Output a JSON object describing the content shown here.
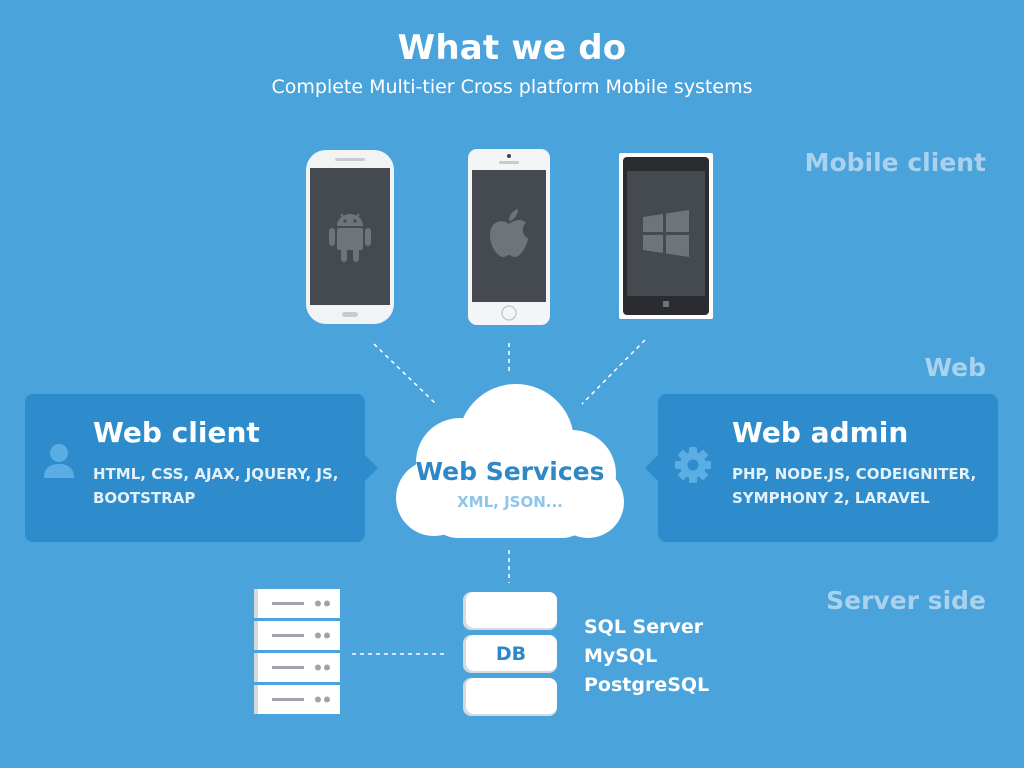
{
  "header": {
    "title": "What we do",
    "subtitle": "Complete Multi-tier Cross platform Mobile systems"
  },
  "sections": {
    "mobile": "Mobile client",
    "web": "Web",
    "server": "Server side"
  },
  "devices": [
    {
      "platform_icon": "android-icon"
    },
    {
      "platform_icon": "apple-icon"
    },
    {
      "platform_icon": "windows-icon"
    }
  ],
  "web_client": {
    "title": "Web client",
    "tech_line1": "HTML, CSS, AJAX, JQUERY, JS,",
    "tech_line2": "BOOTSTRAP",
    "icon": "user-icon"
  },
  "web_admin": {
    "title": "Web admin",
    "tech_line1": "PHP, NODE.JS, CODEIGNITER,",
    "tech_line2": "SYMPHONY 2, LARAVEL",
    "icon": "gear-icon"
  },
  "web_services": {
    "title": "Web Services",
    "subtitle": "XML, JSON..."
  },
  "database": {
    "label": "DB",
    "engines": [
      "SQL Server",
      "MySQL",
      "PostgreSQL"
    ]
  },
  "colors": {
    "background": "#4aa3db",
    "panel": "#2e8ccd",
    "section_label": "#a9d2ef",
    "accent_text": "#2e87c6",
    "device_screen": "#444a50"
  }
}
